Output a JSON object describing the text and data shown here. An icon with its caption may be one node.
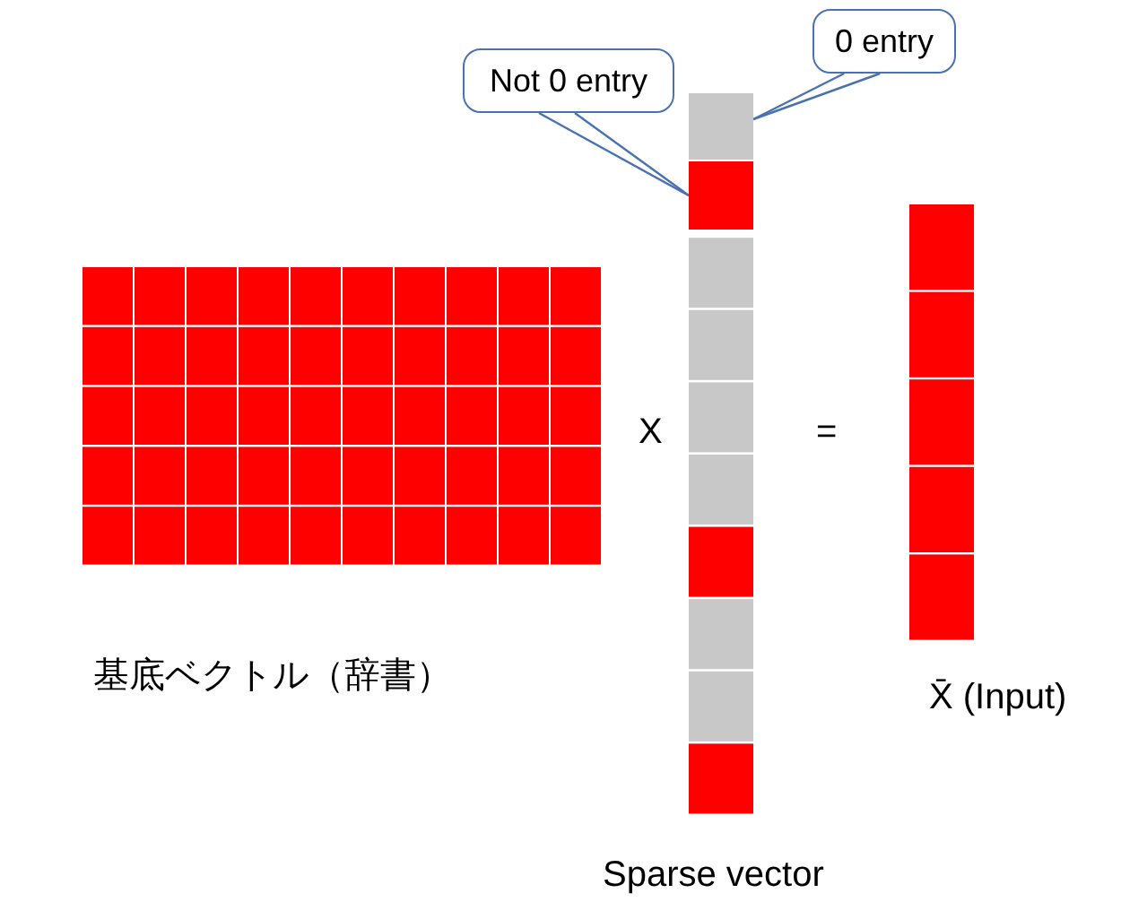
{
  "diagram": {
    "nodes": [
      {
        "text": [
          "Not 0 entry"
        ]
      },
      {
        "text": [
          "0 entry"
        ]
      },
      {
        "text": [],
        "shape": "box"
      },
      {
        "text": [],
        "shape": "box"
      }
    ],
    "edges": [
      {
        "from": 0,
        "to": 3,
        "arrow": "none"
      },
      {
        "from": 1,
        "to": 2,
        "arrow": "none"
      }
    ],
    "labels": [
      "X",
      "=",
      "基底ベクトル（辞書）",
      "Sparse vector",
      "X̄ (Input)"
    ]
  }
}
